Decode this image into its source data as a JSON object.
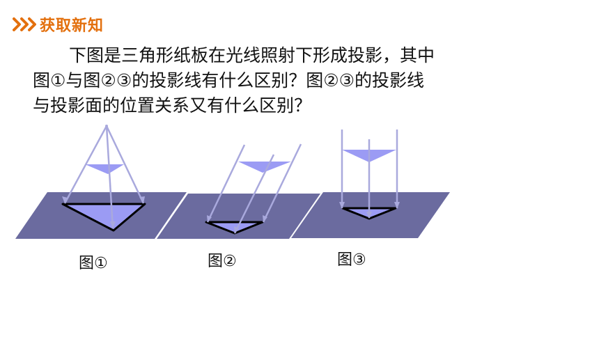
{
  "header": {
    "title": "获取新知"
  },
  "question": {
    "lines": [
      "下图是三角形纸板在光线照射下形成投影，其中",
      "图①与图②③的投影线有什么区别？图②③的投影线",
      "与投影面的位置关系又有什么区别？"
    ]
  },
  "figures": [
    {
      "label": "图①",
      "projection": "central"
    },
    {
      "label": "图②",
      "projection": "oblique-parallel"
    },
    {
      "label": "图③",
      "projection": "orthogonal-parallel"
    }
  ],
  "colors": {
    "accent": "#e3700e",
    "plane": "#6b6b9f",
    "triangle": "#9b9bf4",
    "ray": "#a9a9dd",
    "shadow_outline": "#000000"
  }
}
